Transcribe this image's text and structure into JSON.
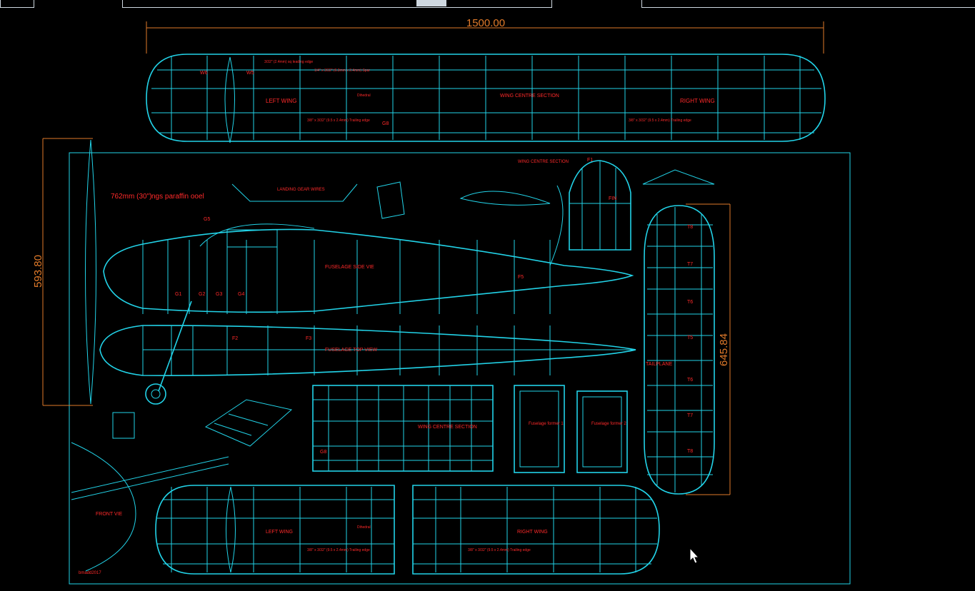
{
  "dimensions": {
    "wingspan": "1500.00",
    "fuselage_length": "593.80",
    "tailplane_span": "645.84"
  },
  "texts": {
    "plan_title": "762mm (30\")",
    "plan_subtitle": "ngs paraffin   ooel",
    "left_wing": "LEFT WING",
    "right_wing": "RIGHT WING",
    "wing_centre_section": "WING CENTRE SECTION",
    "fuselage_side_view": "FUSELAGE SIDE VIE",
    "fuselage_top_view": "FUSELAGE TOP VIEW",
    "landing_gear_wires": "LANDING GEAR WIRES",
    "fin": "FIN",
    "tailplane": "TAILPLANE",
    "front_view": "FRONT VIE",
    "author": "bmadd2017",
    "dihedral": "Dihedral",
    "fuselage_former_1": "Fuselage former 1",
    "fuselage_former_2": "Fuselage former 2",
    "trailing_edge_note": "3/8\" x 3/32\" (9.5 x 2.4mm) Trailing edge",
    "leading_edge_note": "3/32\" (2.4mm) sq leading edge",
    "spar_note": "1/4\" x 3/32\" (6.3mm x 2.4mm) Spar",
    "rib_w5": "W5",
    "rib_w6": "W6",
    "rib_g8": "G8",
    "former_f1": "F1",
    "former_f2": "F2",
    "former_f3": "F3",
    "former_f5": "F5",
    "gusset_g1": "G1",
    "gusset_g2": "G2",
    "gusset_g3": "G3",
    "gusset_g4": "G4",
    "gusset_g5": "G5",
    "tail_t5": "T5",
    "tail_t6": "T6",
    "tail_t7": "T7",
    "tail_t8": "T8"
  },
  "colors": {
    "background": "#000000",
    "geometry": "#22d3e8",
    "dimension": "#e07a2a",
    "annotation": "#ff2a2a",
    "toolbar_edge": "#cfd8e0"
  },
  "icons": {
    "cursor": "mouse-pointer-icon"
  }
}
